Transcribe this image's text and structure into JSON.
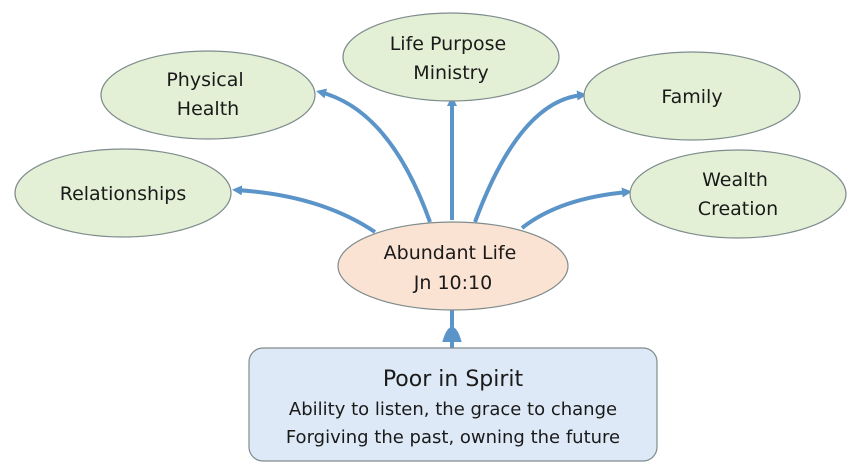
{
  "colors": {
    "outer_fill": "#e3f0d6",
    "outer_stroke": "#7f8c8d",
    "center_fill": "#fbe3d4",
    "base_fill": "#dde9f6",
    "arrow": "#5b94c8"
  },
  "nodes": {
    "relationships": {
      "lines": [
        "Relationships"
      ]
    },
    "physical_health": {
      "lines": [
        "Physical",
        "Health"
      ]
    },
    "life_purpose": {
      "lines": [
        "Life Purpose",
        "Ministry"
      ]
    },
    "family": {
      "lines": [
        "Family"
      ]
    },
    "wealth_creation": {
      "lines": [
        "Wealth",
        "Creation"
      ]
    }
  },
  "center": {
    "lines": [
      "Abundant Life",
      "Jn 10:10"
    ]
  },
  "base": {
    "title": "Poor in Spirit",
    "lines": [
      "Ability to listen, the grace to change",
      "Forgiving the past, owning the future"
    ]
  }
}
